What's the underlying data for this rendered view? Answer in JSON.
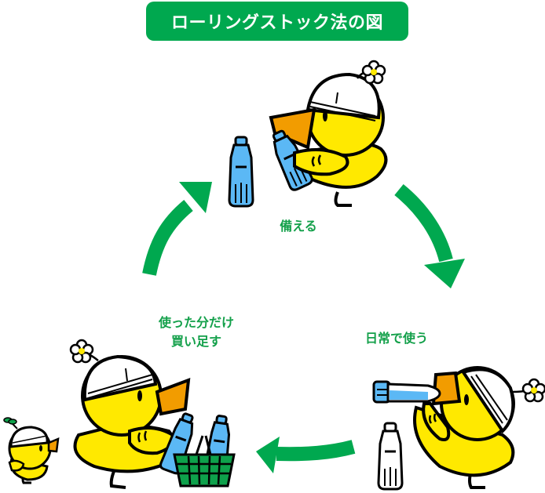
{
  "title": "ローリングストック法の図",
  "steps": [
    {
      "id": "prepare",
      "label": "備える",
      "illustration": "chick-holding-water-bottle"
    },
    {
      "id": "use",
      "label": "日常で使う",
      "illustration": "chick-drinking-from-bottle"
    },
    {
      "id": "restock",
      "label_line1": "使った分だけ",
      "label_line2": "買い足す",
      "illustration": "chick-with-shopping-basket"
    }
  ],
  "cycle_order": [
    "備える",
    "日常で使う",
    "使った分だけ買い足す"
  ],
  "colors": {
    "brand_green": "#00a84f",
    "label_green": "#13a04a",
    "chick_yellow": "#ffe900",
    "beak_orange": "#f29c00",
    "bottle_blue": "#5bb8f5",
    "outline": "#000000",
    "basket_green": "#0ea14b"
  }
}
